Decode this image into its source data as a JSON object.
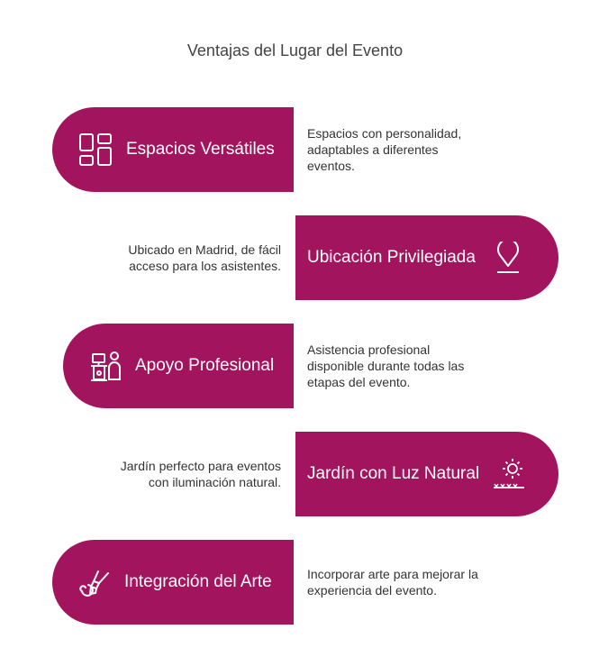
{
  "title": "Ventajas del Lugar del Evento",
  "accent_color": "#a3145f",
  "items": [
    {
      "label": "Espacios Versátiles",
      "icon": "layout-grid-icon",
      "side": "left",
      "description": [
        "Espacios con personalidad,",
        "adaptables a diferentes",
        "eventos."
      ]
    },
    {
      "label": "Ubicación Privilegiada",
      "icon": "map-pin-icon",
      "side": "right",
      "description": [
        "Ubicado en Madrid, de fácil",
        "acceso para los asistentes."
      ]
    },
    {
      "label": "Apoyo Profesional",
      "icon": "support-staff-icon",
      "side": "left",
      "description": [
        "Asistencia profesional",
        "disponible durante todas las",
        "etapas del evento."
      ]
    },
    {
      "label": "Jardín con Luz Natural",
      "icon": "sun-garden-icon",
      "side": "right",
      "description": [
        "Jardín perfecto para eventos",
        "con iluminación natural."
      ]
    },
    {
      "label": "Integración del Arte",
      "icon": "paintbrush-icon",
      "side": "left",
      "description": [
        "Incorporar arte para mejorar la",
        "experiencia del evento."
      ]
    }
  ]
}
